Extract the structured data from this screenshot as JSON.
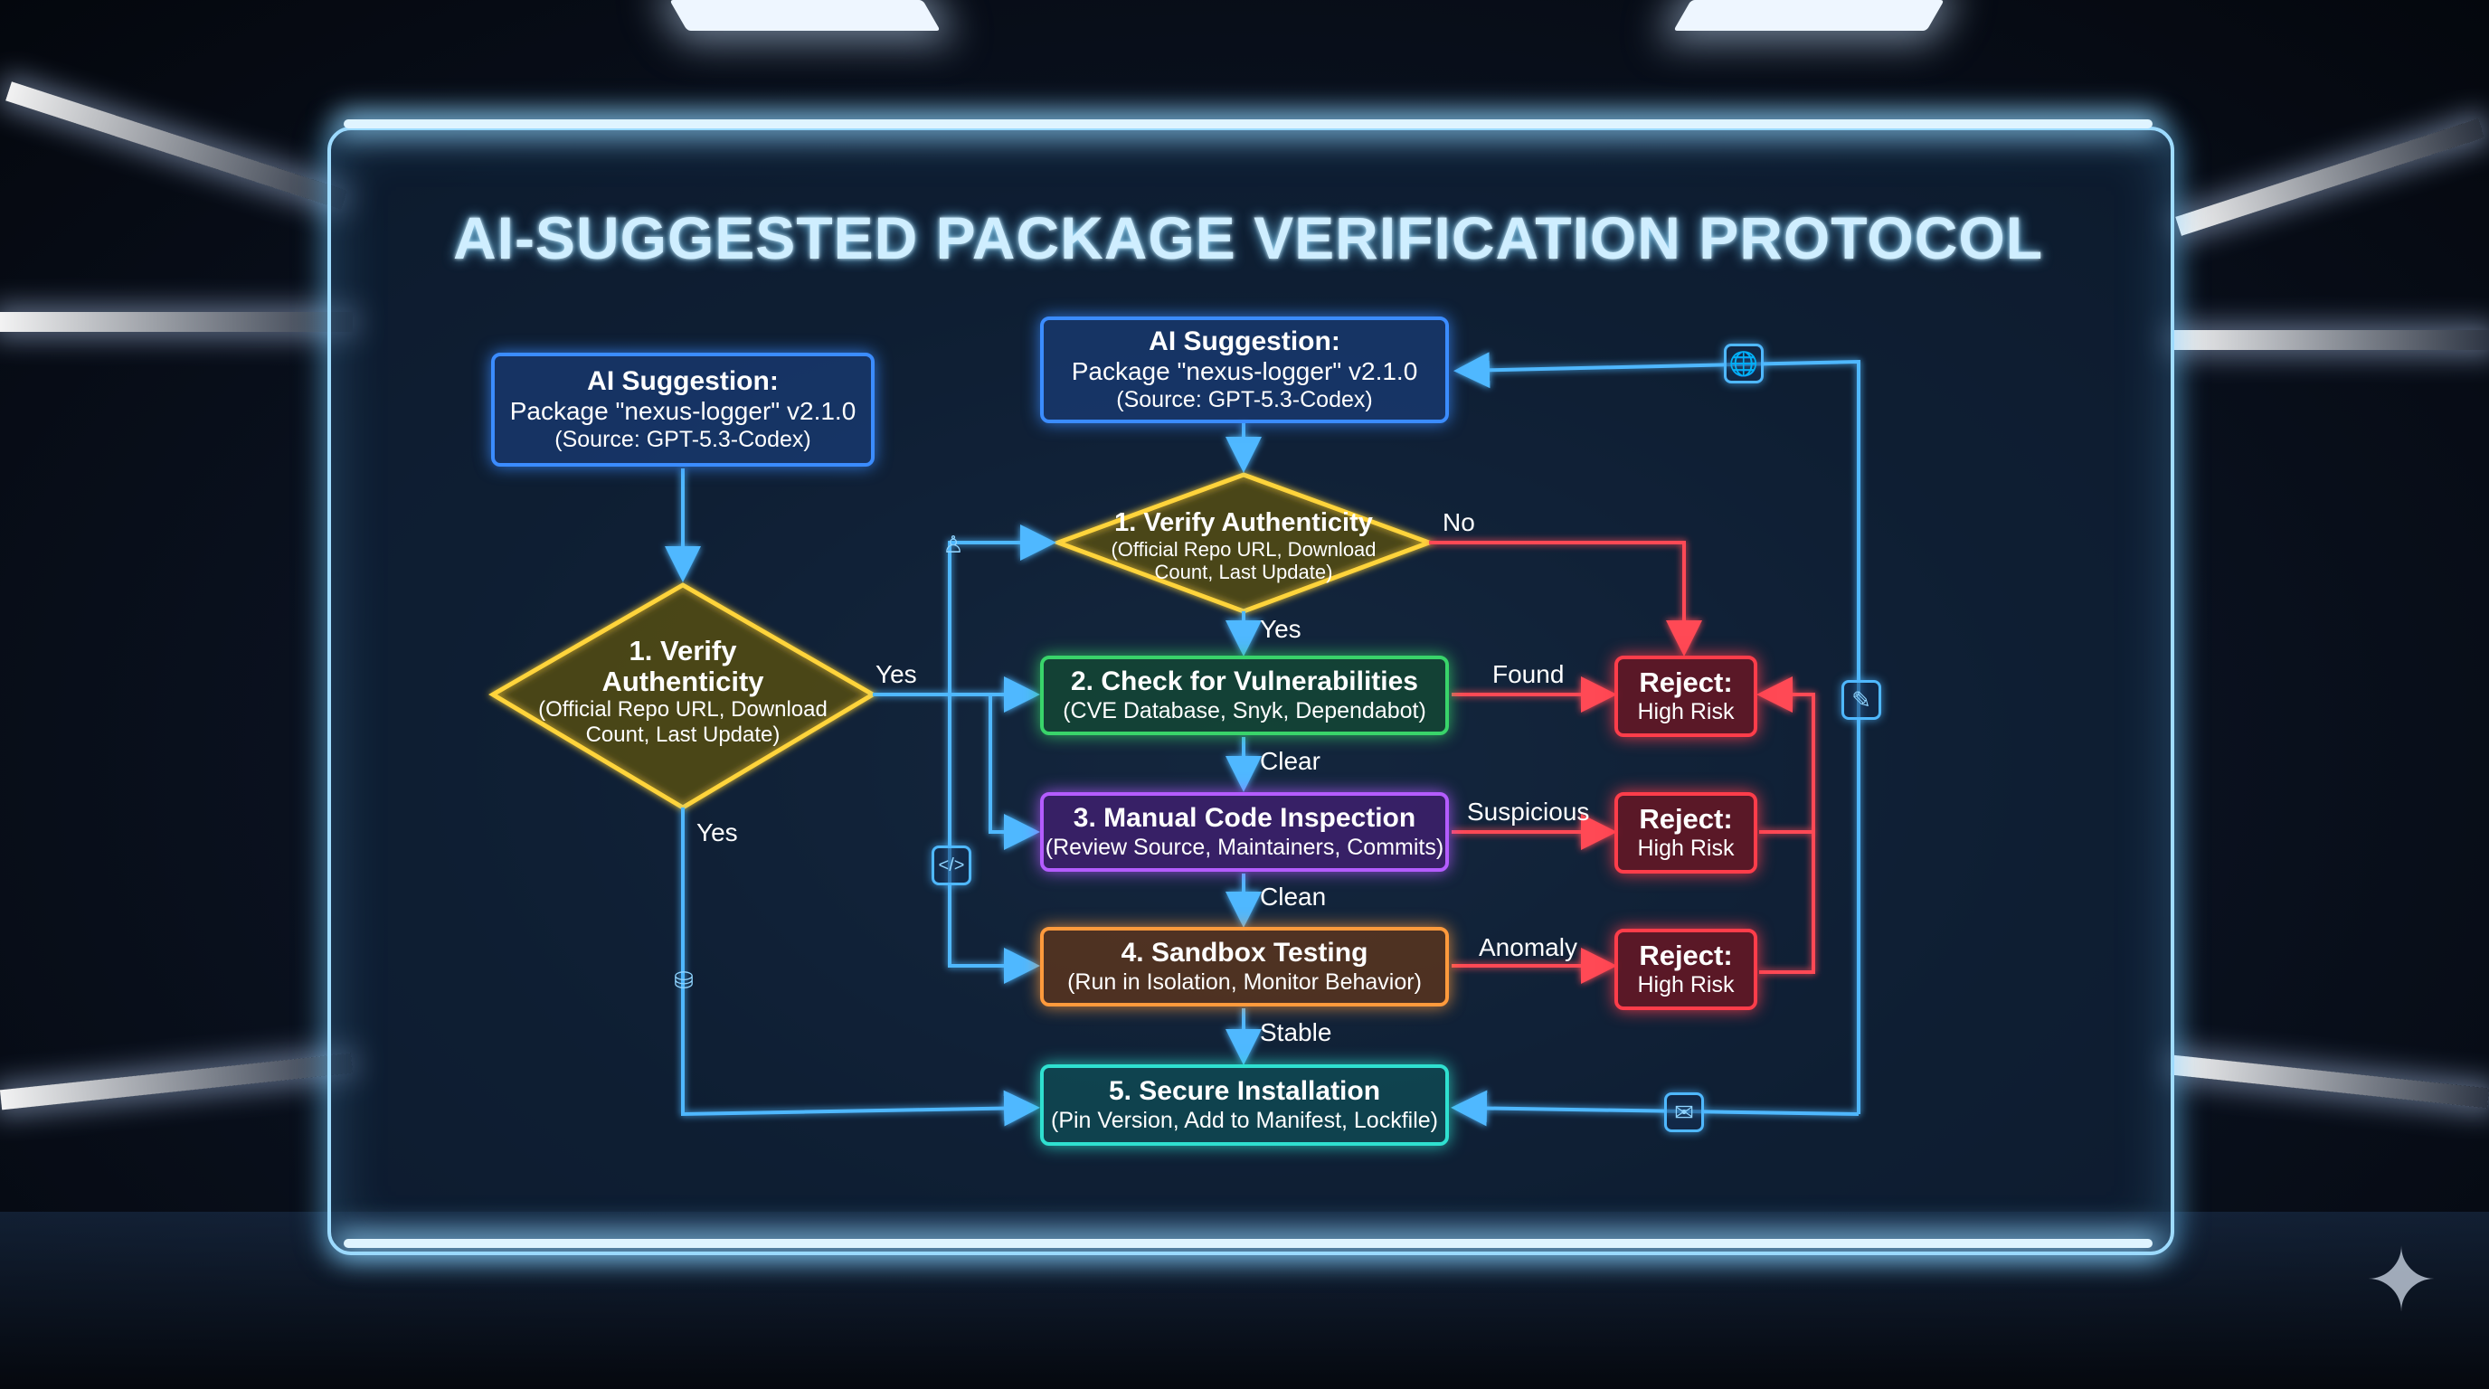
{
  "title": "AI-SUGGESTED PACKAGE VERIFICATION PROTOCOL",
  "ai_suggestion_left": {
    "title": "AI Suggestion:",
    "package": "Package \"nexus-logger\" v2.1.0",
    "source": "(Source: GPT-5.3-Codex)"
  },
  "ai_suggestion_top": {
    "title": "AI Suggestion:",
    "package": "Package \"nexus-logger\" v2.1.0",
    "source": "(Source: GPT-5.3-Codex)"
  },
  "verify_left": {
    "title_line1": "1. Verify",
    "title_line2": "Authenticity",
    "detail_line1": "(Official Repo URL, Download",
    "detail_line2": "Count, Last Update)"
  },
  "verify_top": {
    "title": "1. Verify Authenticity",
    "detail_line1": "(Official Repo URL, Download",
    "detail_line2": "Count, Last Update)"
  },
  "steps": {
    "vulnerabilities": {
      "title": "2. Check for Vulnerabilities",
      "detail": "(CVE Database, Snyk, Dependabot)"
    },
    "inspection": {
      "title": "3. Manual Code Inspection",
      "detail": "(Review Source, Maintainers, Commits)"
    },
    "sandbox": {
      "title": "4. Sandbox Testing",
      "detail": "(Run in Isolation, Monitor Behavior)"
    },
    "install": {
      "title": "5. Secure Installation",
      "detail": "(Pin Version, Add to Manifest, Lockfile)"
    }
  },
  "reject": {
    "title": "Reject:",
    "detail": "High Risk"
  },
  "edge_labels": {
    "yes": "Yes",
    "no": "No",
    "found": "Found",
    "clear": "Clear",
    "suspicious": "Suspicious",
    "clean": "Clean",
    "anomaly": "Anomaly",
    "stable": "Stable"
  },
  "icons": {
    "globe": "globe-icon",
    "edit": "edit-icon",
    "person": "person-icon",
    "code": "code-icon",
    "database": "database-icon",
    "certificate": "certificate-icon",
    "sparkle": "sparkle-icon"
  },
  "colors": {
    "blue": "#3b8cff",
    "yellow": "#ffd43b",
    "green": "#39d46a",
    "purple": "#b45cff",
    "orange": "#ff9a3c",
    "teal": "#2fe0d0",
    "red": "#ff3d4a",
    "connector": "#4fb8ff"
  }
}
